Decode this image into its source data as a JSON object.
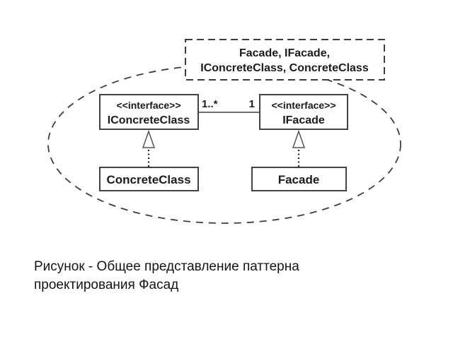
{
  "diagram": {
    "annotation_box": {
      "line1": "Facade, IFacade,",
      "line2": "IConcreteClass, ConcreteClass"
    },
    "nodes": {
      "iconcreteclass": {
        "stereotype": "<<interface>>",
        "name": "IConcreteClass"
      },
      "ifacade": {
        "stereotype": "<<interface>>",
        "name": "IFacade"
      },
      "concreteclass": {
        "name": "ConcreteClass"
      },
      "facade": {
        "name": "Facade"
      }
    },
    "association": {
      "multiplicity_left": "1..*",
      "multiplicity_right": "1"
    },
    "colors": {
      "stroke": "#3d3d3d",
      "text": "#1b1b1b",
      "arrow": "#555555"
    }
  },
  "caption": {
    "line1": "Рисунок - Общее представление паттерна",
    "line2": "проектирования Фасад"
  }
}
